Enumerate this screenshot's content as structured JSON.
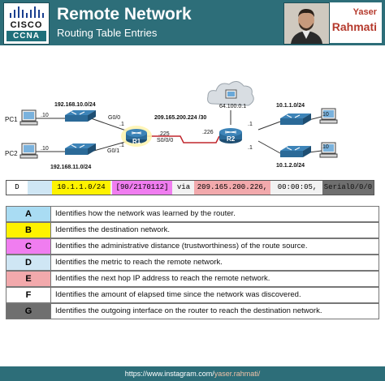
{
  "header": {
    "logo_text": "CISCO",
    "badge_text": "CCNA",
    "title": "Remote Network",
    "subtitle": "Routing Table Entries",
    "author_first": "Yaser",
    "author_last": "Rahmati"
  },
  "diagram": {
    "pc1_label": "PC1",
    "pc2_label": "PC2",
    "lan1": "192.168.10.0/24",
    "lan2": "192.168.11.0/24",
    "pc1_host": ".10",
    "pc2_host": ".10",
    "r1_label": "R1",
    "r2_label": "R2",
    "r1_g00": "G0/0",
    "r1_g00_host": ".1",
    "r1_g01": "G0/1",
    "r1_g01_host": ".1",
    "wan": "209.165.200.224 /30",
    "r1_wan_host": ".225",
    "r1_serial": "S0/0/0",
    "r2_wan_host": ".226",
    "cloud_net": "64.100.0.1",
    "lan3": "10.1.1.0/24",
    "lan4": "10.1.2.0/24",
    "r2_lan3_host": ".1",
    "r2_lan4_host": ".1",
    "pc3_host": ".10",
    "pc4_host": ".10"
  },
  "route_entry": {
    "code": "D",
    "network": "10.1.1.0/24",
    "ad_metric": "[90/2170112]",
    "via": "via",
    "next_hop": "209.165.200.226,",
    "age": "00:00:05,",
    "interface": "Serial0/0/0"
  },
  "legend": [
    {
      "key": "A",
      "color": "#a9dcf3",
      "text": "Identifies how the network was learned by the router."
    },
    {
      "key": "B",
      "color": "#fef200",
      "text": "Identifies the destination network."
    },
    {
      "key": "C",
      "color": "#f07df0",
      "text": "Identifies the administrative distance (trustworthiness) of the route source."
    },
    {
      "key": "D",
      "color": "#cfe6f4",
      "text": "Identifies the metric to reach the remote network."
    },
    {
      "key": "E",
      "color": "#f2a9ac",
      "text": "Identifies the next hop IP address to reach the remote network."
    },
    {
      "key": "F",
      "color": "#ffffff",
      "text": "Identifies the amount of elapsed time since the network was discovered."
    },
    {
      "key": "G",
      "color": "#6f6f6f",
      "text": "Identifies the outgoing interface on the router to reach the destination network."
    }
  ],
  "footer": {
    "url_prefix": "https://www.instagram.com/",
    "url_handle": "yaser.rahmati/"
  }
}
